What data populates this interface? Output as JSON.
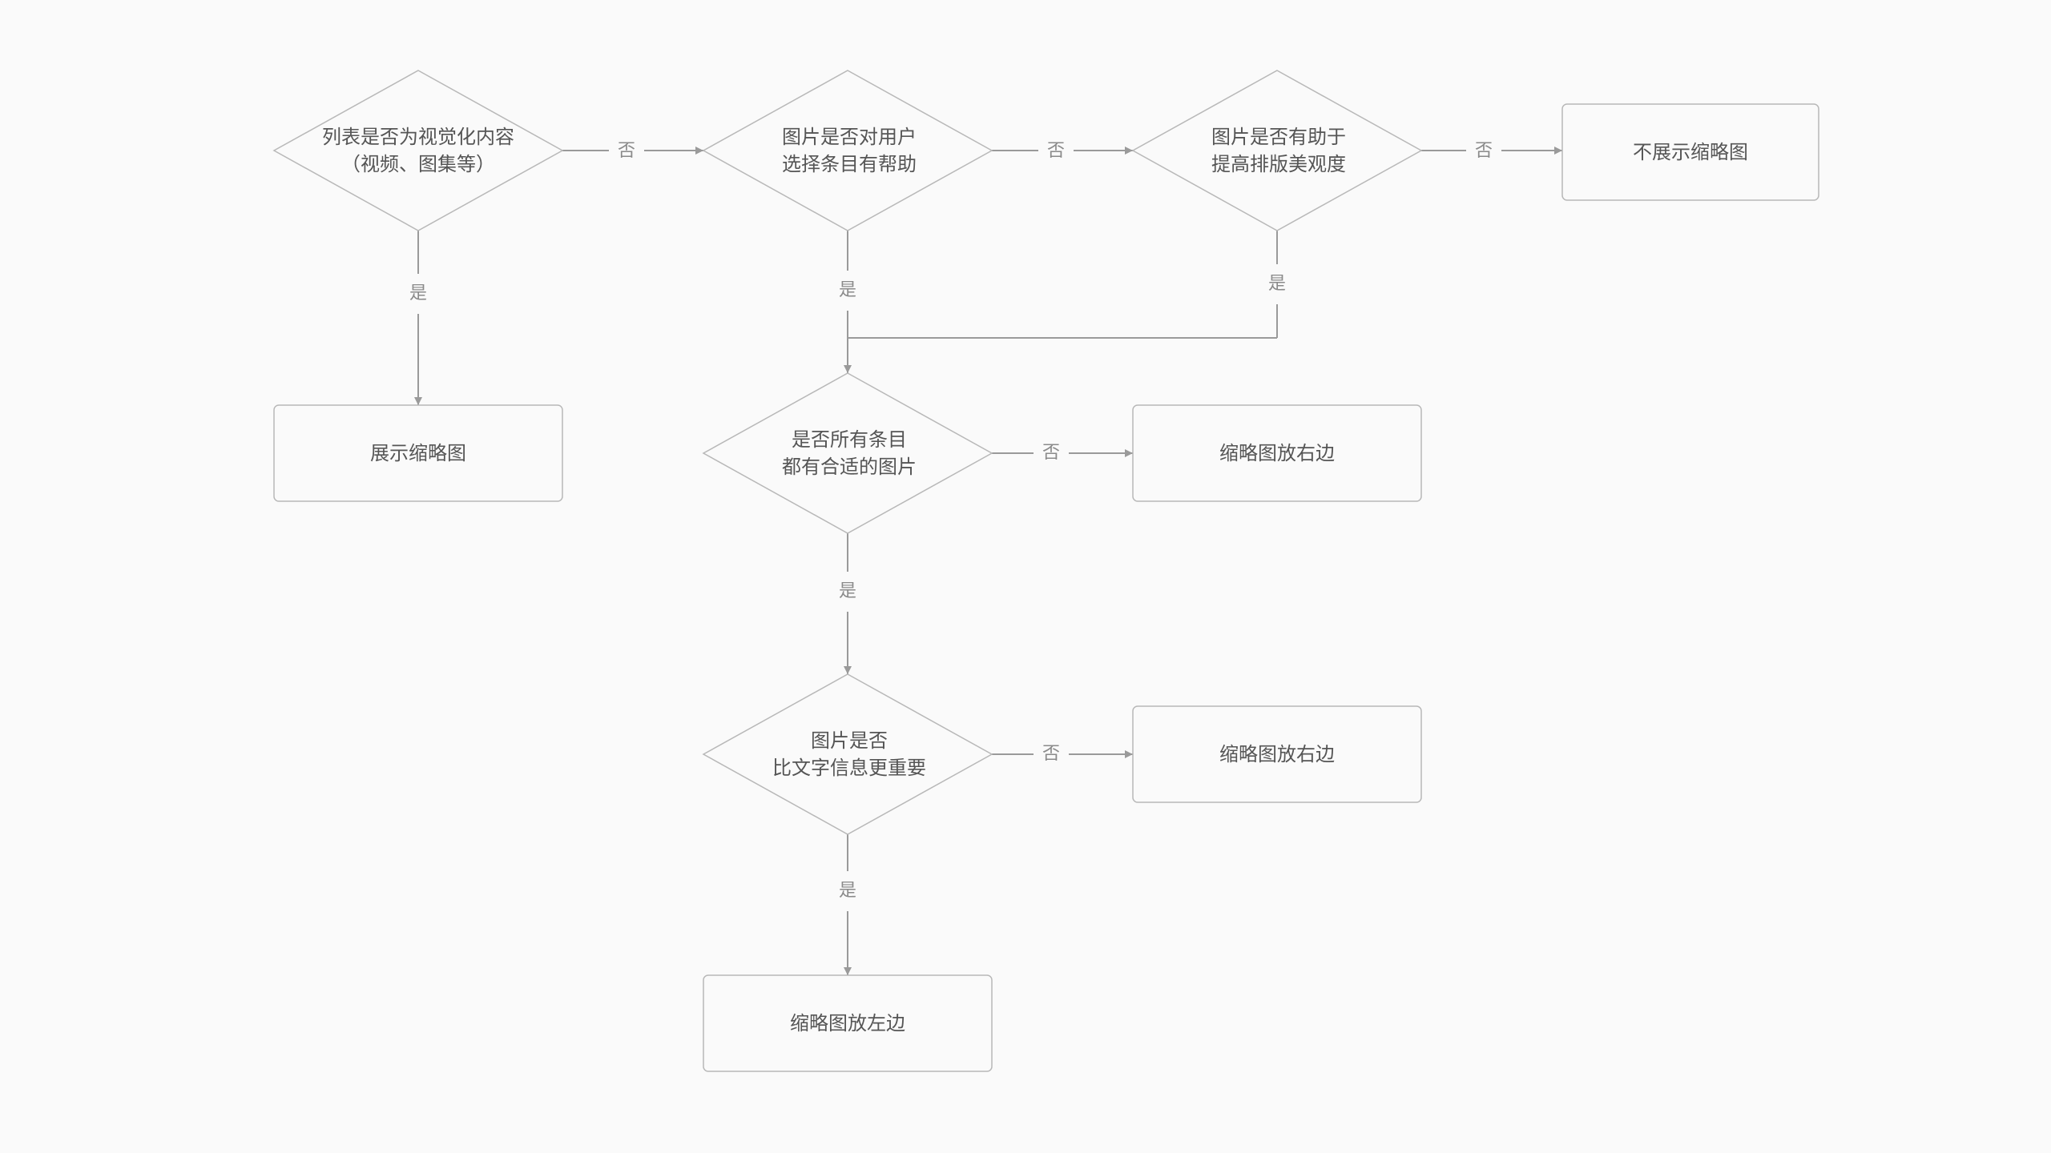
{
  "colors": {
    "background": "#fafafa",
    "node_border": "#b8b8b8",
    "node_fill": "#fafafa",
    "connector": "#9a9a9a",
    "node_text": "#555555",
    "edge_label_text": "#8a8a8a"
  },
  "nodes": {
    "d1": {
      "shape": "diamond",
      "text": "列表是否为视觉化内容\n（视频、图集等）"
    },
    "d2": {
      "shape": "diamond",
      "text": "图片是否对用户\n选择条目有帮助"
    },
    "d3": {
      "shape": "diamond",
      "text": "图片是否有助于\n提高排版美观度"
    },
    "r_no_thumb": {
      "shape": "rect",
      "text": "不展示缩略图"
    },
    "r_show": {
      "shape": "rect",
      "text": "展示缩略图"
    },
    "d4": {
      "shape": "diamond",
      "text": "是否所有条目\n都有合适的图片"
    },
    "r_right1": {
      "shape": "rect",
      "text": "缩略图放右边"
    },
    "d5": {
      "shape": "diamond",
      "text": "图片是否\n比文字信息更重要"
    },
    "r_right2": {
      "shape": "rect",
      "text": "缩略图放右边"
    },
    "r_left": {
      "shape": "rect",
      "text": "缩略图放左边"
    }
  },
  "edges": {
    "d1_d2": {
      "from": "d1",
      "to": "d2",
      "label": "否"
    },
    "d2_d3": {
      "from": "d2",
      "to": "d3",
      "label": "否"
    },
    "d3_no": {
      "from": "d3",
      "to": "r_no_thumb",
      "label": "否"
    },
    "d1_show": {
      "from": "d1",
      "to": "r_show",
      "label": "是"
    },
    "d2_d4": {
      "from": "d2",
      "to": "d4",
      "label": "是"
    },
    "d3_d4": {
      "from": "d3",
      "to": "d4",
      "label": "是"
    },
    "d4_r1": {
      "from": "d4",
      "to": "r_right1",
      "label": "否"
    },
    "d4_d5": {
      "from": "d4",
      "to": "d5",
      "label": "是"
    },
    "d5_r2": {
      "from": "d5",
      "to": "r_right2",
      "label": "否"
    },
    "d5_left": {
      "from": "d5",
      "to": "r_left",
      "label": "是"
    }
  }
}
